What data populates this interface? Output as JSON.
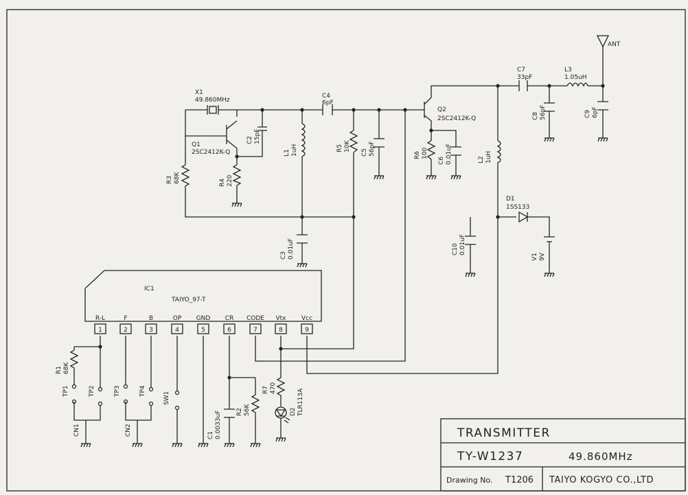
{
  "parts": {
    "x1": {
      "ref": "X1",
      "value": "49.860MHz"
    },
    "q1": {
      "ref": "Q1",
      "value": "2SC2412K-Q"
    },
    "q2": {
      "ref": "Q2",
      "value": "2SC2412K-Q"
    },
    "c2": {
      "ref": "C2",
      "value": "15pF"
    },
    "c3": {
      "ref": "C3",
      "value": "0.01uF"
    },
    "c4": {
      "ref": "C4",
      "value": "6pF"
    },
    "c5": {
      "ref": "C5",
      "value": "56pF"
    },
    "c6": {
      "ref": "C6",
      "value": "0.01uF"
    },
    "c7": {
      "ref": "C7",
      "value": "33pF"
    },
    "c8": {
      "ref": "C8",
      "value": "56pF"
    },
    "c9": {
      "ref": "C9",
      "value": "6pF"
    },
    "c10": {
      "ref": "C10",
      "value": "0.01uF"
    },
    "c1": {
      "ref": "C1",
      "value": "0.0033uF"
    },
    "l1": {
      "ref": "L1",
      "value": "1uH"
    },
    "l2": {
      "ref": "L2",
      "value": "1uH"
    },
    "l3": {
      "ref": "L3",
      "value": "1.05uH"
    },
    "r1": {
      "ref": "R1",
      "value": "68K"
    },
    "r2": {
      "ref": "R2",
      "value": "56K"
    },
    "r3": {
      "ref": "R3",
      "value": "68K"
    },
    "r4": {
      "ref": "R4",
      "value": "220"
    },
    "r5": {
      "ref": "R5",
      "value": "10K"
    },
    "r6": {
      "ref": "R6",
      "value": "100"
    },
    "r7": {
      "ref": "R7",
      "value": "470"
    },
    "d1": {
      "ref": "D1",
      "value": "1SS133"
    },
    "d2": {
      "ref": "D2",
      "value": "TLR113A"
    },
    "v1": {
      "ref": "V1",
      "value": "9V"
    },
    "ant": {
      "ref": "ANT"
    },
    "tp1": {
      "ref": "TP1"
    },
    "tp2": {
      "ref": "TP2"
    },
    "tp3": {
      "ref": "TP3"
    },
    "tp4": {
      "ref": "TP4"
    },
    "sw1": {
      "ref": "SW1"
    },
    "cn1": {
      "ref": "CN1"
    },
    "cn2": {
      "ref": "CN2"
    }
  },
  "ic1": {
    "ref": "IC1",
    "value": "TAIYO_97-T",
    "pins": [
      {
        "name": "R-L",
        "num": "1"
      },
      {
        "name": "F",
        "num": "2"
      },
      {
        "name": "B",
        "num": "3"
      },
      {
        "name": "OP",
        "num": "4"
      },
      {
        "name": "GND",
        "num": "5"
      },
      {
        "name": "CR",
        "num": "6"
      },
      {
        "name": "CODE",
        "num": "7"
      },
      {
        "name": "Vtx",
        "num": "8"
      },
      {
        "name": "Vcc",
        "num": "9"
      }
    ]
  },
  "title_block": {
    "title": "TRANSMITTER",
    "model": "TY-W1237",
    "frequency": "49.860MHz",
    "drawing_label": "Drawing No.",
    "drawing_no": "T1206",
    "company": "TAIYO KOGYO CO.,LTD"
  }
}
